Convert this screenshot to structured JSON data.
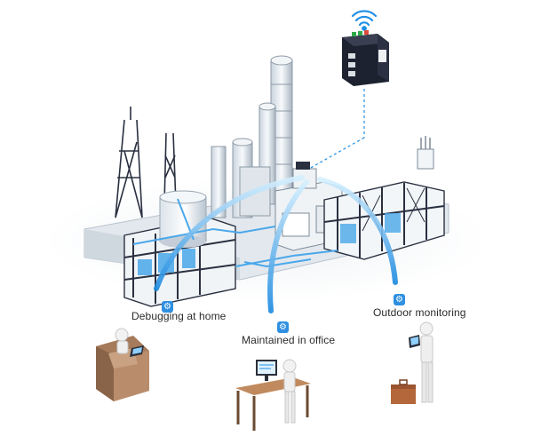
{
  "scenarios": {
    "home": {
      "label": "Debugging at home"
    },
    "office": {
      "label": "Maintained in office"
    },
    "outdoor": {
      "label": "Outdoor monitoring"
    }
  },
  "icons": {
    "wifi": "wifi-icon",
    "device": "industrial-router-icon",
    "gear": "gear-icon"
  },
  "colors": {
    "link_blue": "#1e8fe6",
    "link_light": "#bfe4ff",
    "structure_dark": "#2a3040",
    "structure_light": "#e8edf2",
    "pipe_blue": "#4aa8ea"
  }
}
